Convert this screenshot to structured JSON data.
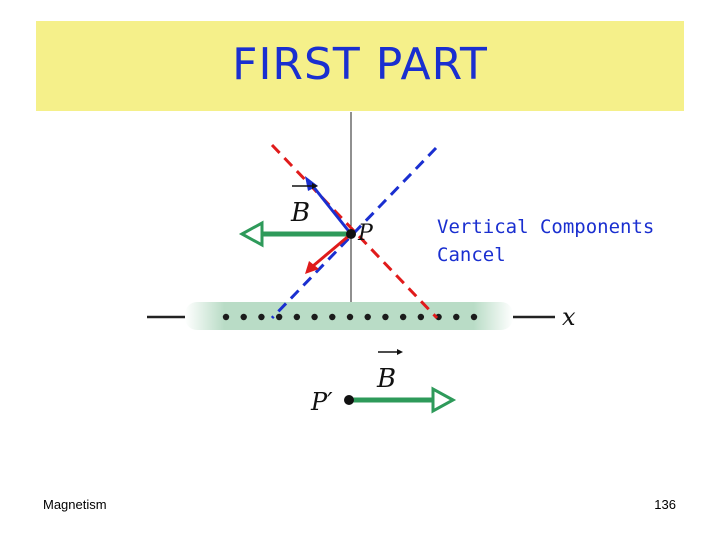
{
  "slide": {
    "title": "FIRST PART",
    "note_lines": [
      "Vertical Components",
      "Cancel"
    ],
    "footer_left": "Magnetism",
    "page_number": "136"
  },
  "figure": {
    "field_label_top": "B",
    "point_top": "P",
    "field_label_bottom": "B",
    "point_bottom": "P′",
    "axis_label": "x",
    "wire_dot_count": 15
  },
  "colors": {
    "title_band": "#f5f08a",
    "title_text": "#1a2fd0",
    "field_arrow": "#2e9a5a",
    "red_component": "#e01b1b",
    "blue_component": "#1a2fd0",
    "wire_band": "#b9dcc6"
  }
}
